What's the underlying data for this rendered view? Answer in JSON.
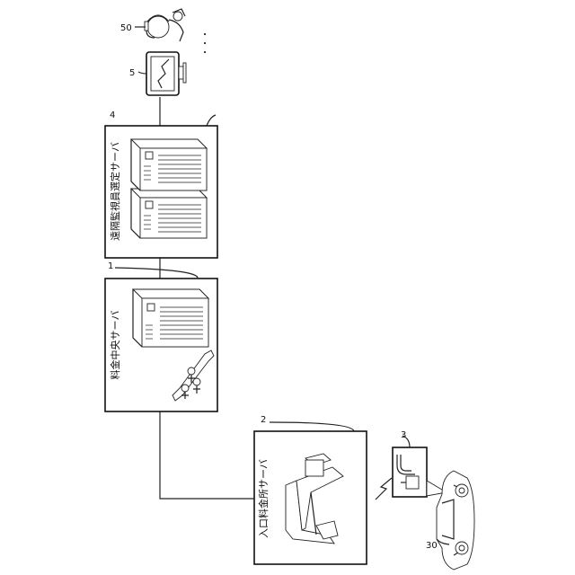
{
  "nodes": {
    "toll_central_server": {
      "label": "料金中央サーバ",
      "ref": "1"
    },
    "entrance_toll_server": {
      "label": "入口料金所サーバ",
      "ref": "2"
    },
    "toll_gate_device": {
      "ref": "3"
    },
    "remote_monitor_selection_server": {
      "label": "遠隔監視員選定サーバ",
      "ref": "4"
    },
    "monitor_terminal": {
      "ref": "5"
    },
    "vehicle": {
      "ref": "30"
    },
    "remote_monitor": {
      "ref": "50"
    },
    "ellipsis": "・・・"
  },
  "colors": {
    "stroke": "#111111",
    "background": "#ffffff"
  },
  "icons": [
    "server-tower-icon",
    "operators-icon",
    "toll-booth-icon",
    "wireless-signal-icon",
    "toll-gate-icon",
    "car-icon",
    "monitor-icon",
    "person-headset-icon"
  ]
}
